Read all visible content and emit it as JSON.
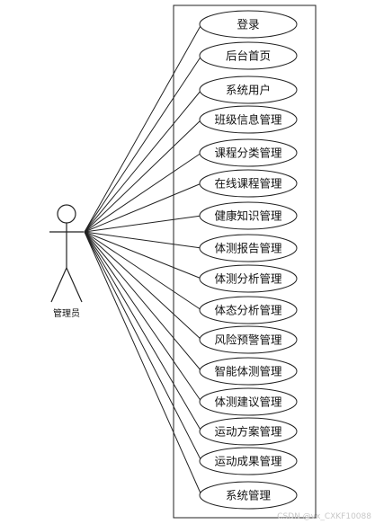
{
  "actor": {
    "name": "管理员"
  },
  "use_cases": [
    "登录",
    "后台首页",
    "系统用户",
    "班级信息管理",
    "课程分类管理",
    "在线课程管理",
    "健康知识管理",
    "体测报告管理",
    "体测分析管理",
    "体态分析管理",
    "风险预警管理",
    "智能体测管理",
    "体测建议管理",
    "运动方案管理",
    "运动成果管理",
    "系统管理"
  ],
  "watermark": "CSDN @vx_CXKF10088"
}
